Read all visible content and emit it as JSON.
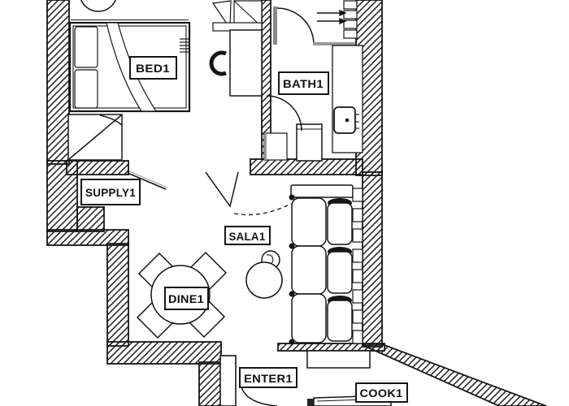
{
  "plan": {
    "title_labels": {
      "bed": "BED1",
      "bath": "BATH1",
      "supply": "SUPPLY1",
      "sala": "SALA1",
      "dine": "DINE1",
      "enter": "ENTER1",
      "cook": "COOK1"
    },
    "colors": {
      "ink": "#151515",
      "paper": "#ffffff",
      "muted": "#999999"
    }
  }
}
